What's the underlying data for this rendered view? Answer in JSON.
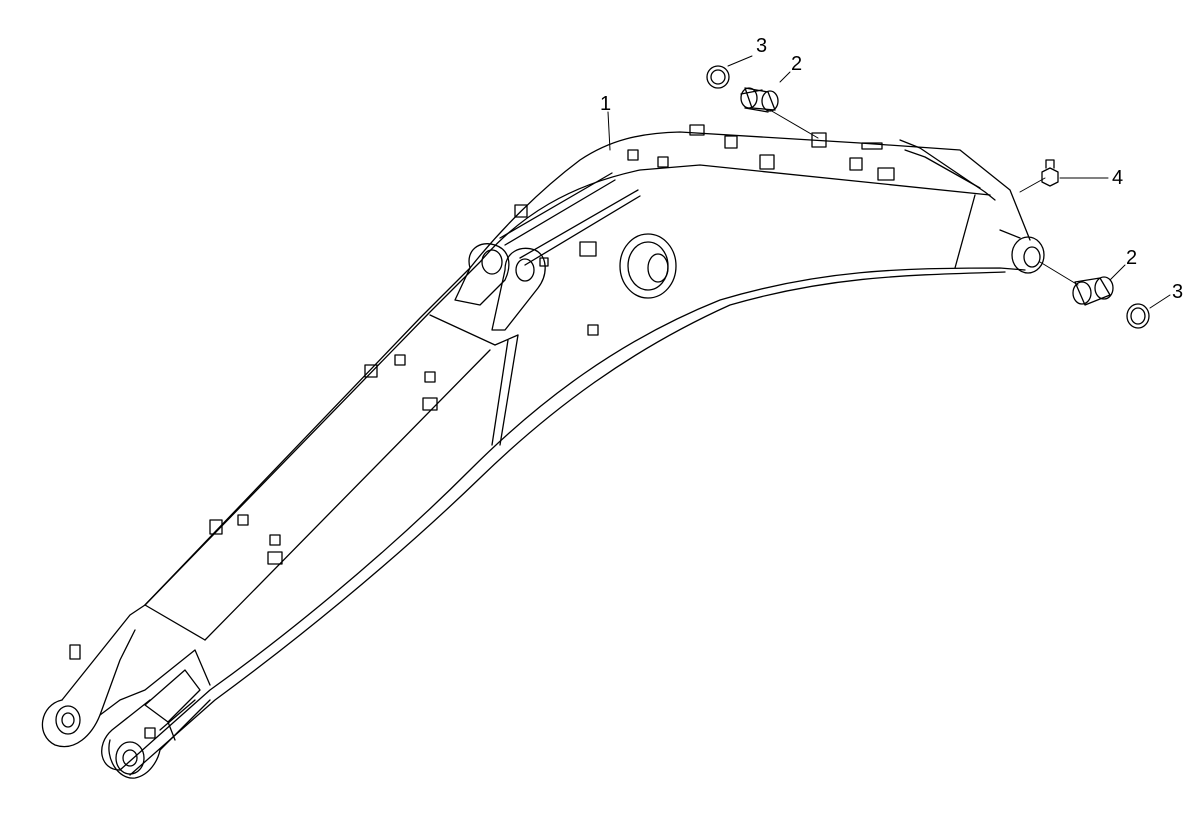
{
  "diagram": {
    "callouts": [
      {
        "id": "c1",
        "label": "1"
      },
      {
        "id": "c2a",
        "label": "2"
      },
      {
        "id": "c3a",
        "label": "3"
      },
      {
        "id": "c4",
        "label": "4"
      },
      {
        "id": "c2b",
        "label": "2"
      },
      {
        "id": "c3b",
        "label": "3"
      }
    ],
    "colors": {
      "line": "#000000",
      "background": "#ffffff"
    }
  }
}
